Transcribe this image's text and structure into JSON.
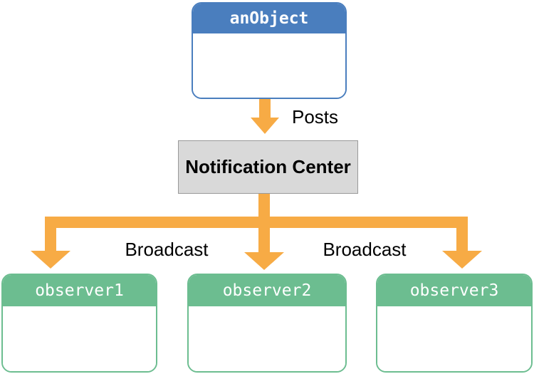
{
  "nodes": {
    "source": {
      "label": "anObject"
    },
    "center": {
      "label": "Notification Center"
    },
    "observers": [
      {
        "label": "observer1"
      },
      {
        "label": "observer2"
      },
      {
        "label": "observer3"
      }
    ]
  },
  "edges": {
    "posts_label": "Posts",
    "broadcast_left_label": "Broadcast",
    "broadcast_right_label": "Broadcast"
  },
  "colors": {
    "blue": "#4A7EBE",
    "green": "#6CBD90",
    "orange": "#F7AB45",
    "gray-fill": "#D9D9D9",
    "gray-border": "#999999",
    "ink": "#000000",
    "paper": "#FFFFFF"
  }
}
